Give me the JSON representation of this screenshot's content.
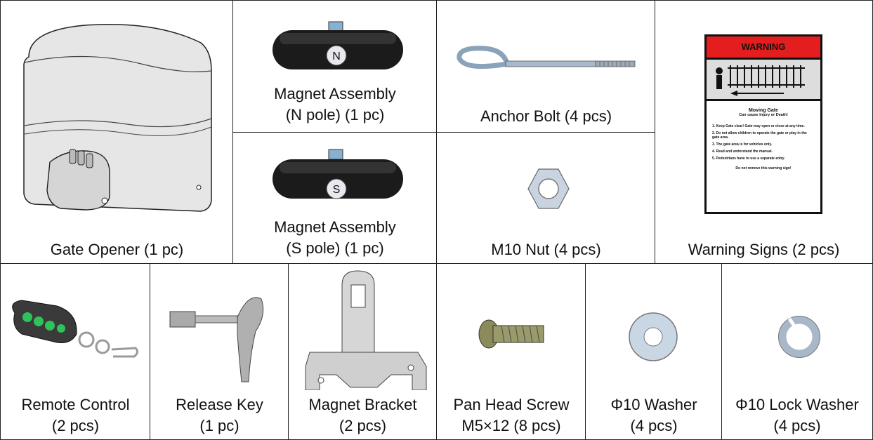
{
  "items": {
    "gate_opener": {
      "label": "Gate Opener (1 pc)"
    },
    "magnet_n": {
      "line1": "Magnet Assembly",
      "line2": "(N pole) (1 pc)",
      "pole": "N"
    },
    "magnet_s": {
      "line1": "Magnet Assembly",
      "line2": "(S pole) (1 pc)",
      "pole": "S"
    },
    "anchor_bolt": {
      "label": "Anchor Bolt (4 pcs)"
    },
    "m10_nut": {
      "label": "M10 Nut (4 pcs)"
    },
    "warning_signs": {
      "label": "Warning Signs (2 pcs)"
    },
    "remote_control": {
      "line1": "Remote Control",
      "line2": "(2 pcs)"
    },
    "release_key": {
      "line1": "Release Key",
      "line2": "(1 pc)"
    },
    "magnet_bracket": {
      "line1": "Magnet Bracket",
      "line2": "(2 pcs)"
    },
    "pan_head_screw": {
      "line1": "Pan Head Screw",
      "line2": "M5×12 (8 pcs)"
    },
    "washer": {
      "line1": "Φ10 Washer",
      "line2": "(4 pcs)"
    },
    "lock_washer": {
      "line1": "Φ10 Lock Washer",
      "line2": "(4 pcs)"
    }
  },
  "warning_sign": {
    "header": "WARNING",
    "title": "Moving Gate",
    "subtitle": "Can cause Injury or Death!",
    "rules": [
      "1. Keep Gate clear! Gate may open or close at any time.",
      "2. Do not allow children to operate the gate or play in the gate area.",
      "3. The gate area is for vehicles only.",
      "4. Read and understand the manual.",
      "5. Pedestrians have to use a separate entry."
    ],
    "footer": "Do not remove this warning sign!"
  },
  "colors": {
    "warning_red": "#e41e1e",
    "border": "#222222",
    "remote_buttons": "#2ec25a"
  }
}
